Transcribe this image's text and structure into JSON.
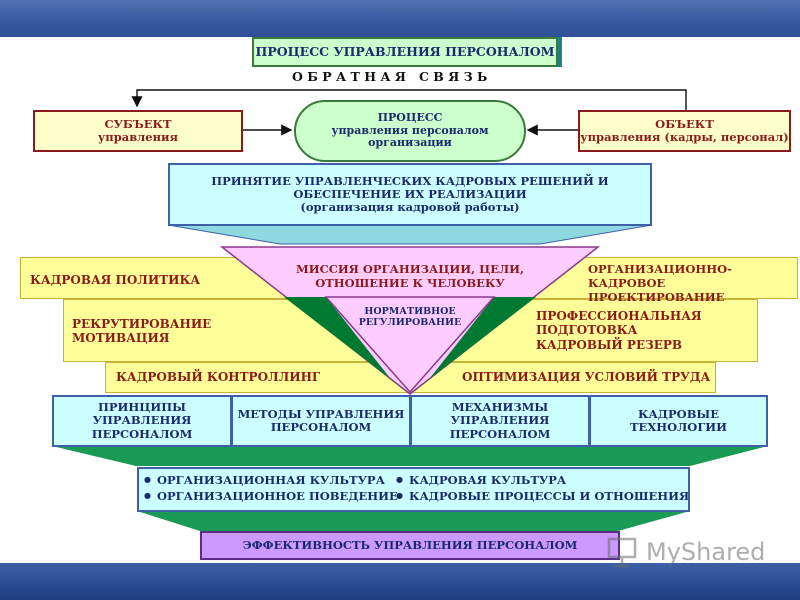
{
  "title": "ПРОЦЕСС УПРАВЛЕНИЯ ПЕРСОНАЛОМ",
  "feedback": "О Б Р А Т Н А Я   С В Я З Ь",
  "subject": "СУБЪЕКТ\nуправления",
  "process": "ПРОЦЕСС\nуправления персоналом\nорганизации",
  "object": "ОБЪЕКТ\nуправления (кадры, персонал)",
  "decisions": "ПРИНЯТИЕ УПРАВЛЕНЧЕСКИХ КАДРОВЫХ РЕШЕНИЙ И\nОБЕСПЕЧЕНИЕ ИХ РЕАЛИЗАЦИИ\n(организация кадровой работы)",
  "mission": "МИССИЯ ОРГАНИЗАЦИИ, ЦЕЛИ,\nОТНОШЕНИЕ К ЧЕЛОВЕКУ",
  "normative": "НОРМАТИВНОЕ\nРЕГУЛИРОВАНИЕ",
  "hr_policy": "КАДРОВАЯ ПОЛИТИКА",
  "org_design": "ОРГАНИЗАЦИОННО-КАДРОВОЕ\nПРОЕКТИРОВАНИЕ",
  "recruiting": "РЕКРУТИРОВАНИЕ\nМОТИВАЦИЯ",
  "training": "ПРОФЕССИОНАЛЬНАЯ\nПОДГОТОВКА\nКАДРОВЫЙ РЕЗЕРВ",
  "controlling": "КАДРОВЫЙ КОНТРОЛЛИНГ",
  "optimization": "ОПТИМИЗАЦИЯ УСЛОВИЙ ТРУДА",
  "cells": [
    "ПРИНЦИПЫ\nУПРАВЛЕНИЯ\nПЕРСОНАЛОМ",
    "МЕТОДЫ УПРАВЛЕНИЯ\nПЕРСОНАЛОМ",
    "МЕХАНИЗМЫ\nУПРАВЛЕНИЯ\nПЕРСОНАЛОМ",
    "КАДРОВЫЕ\nТЕХНОЛОГИИ"
  ],
  "culture_left": [
    "ОРГАНИЗАЦИОННАЯ КУЛЬТУРА",
    "ОРГАНИЗАЦИОННОЕ ПОВЕДЕНИЕ"
  ],
  "culture_right": [
    "КАДРОВАЯ КУЛЬТУРА",
    "КАДРОВЫЕ ПРОЦЕССЫ И ОТНОШЕНИЯ"
  ],
  "effectiveness": "ЭФФЕКТИВНОСТЬ УПРАВЛЕНИЯ ПЕРСОНАЛОМ",
  "watermark": "MyShared",
  "colors": {
    "green_box": "#ccffcc",
    "yellow_box": "#ffffcc",
    "cyan_box": "#ccffff",
    "stripe": "#ffff99",
    "triangle_pink": "#ffccff",
    "dark_green": "#007a33",
    "purple": "#cc99ff",
    "band_blue": "#2f4f96"
  }
}
